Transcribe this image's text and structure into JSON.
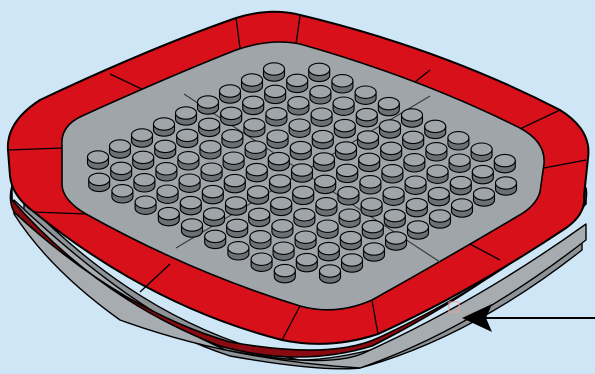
{
  "diagram": {
    "subject": "lego-round-corner-baseplate-assembly",
    "grid": {
      "rows": 11,
      "cols": 11,
      "quadrants": 4
    },
    "colors": {
      "background": "#cfe6f6",
      "plate": "#a0a5a9",
      "plate_shadow": "#8e9397",
      "base_plate": "#a7acb0",
      "stud_top": "#a0a5a9",
      "stud_side": "#6b7074",
      "frame": "#d7101a",
      "frame_side": "#8b0a12",
      "frame_light": "#e33a40",
      "outline": "#000000",
      "arrow": "#000000"
    },
    "callout": {
      "pointer": "arrow-left-icon",
      "target": "frame-gap-marker"
    }
  }
}
